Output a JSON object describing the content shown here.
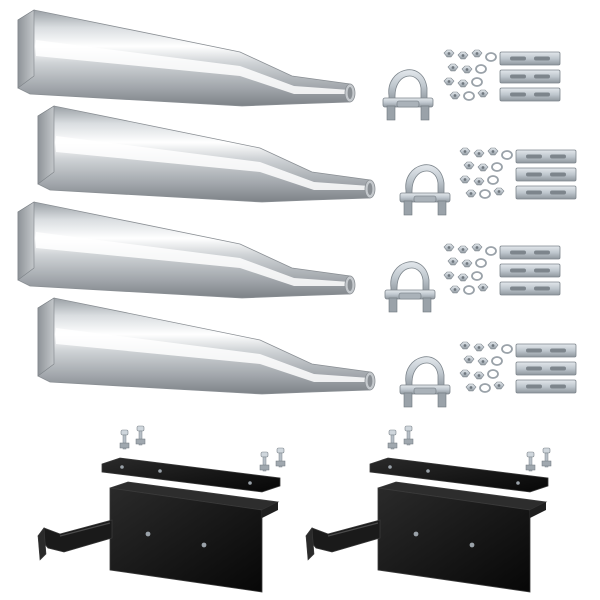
{
  "image": {
    "background": "#ffffff",
    "description_colors": {
      "chrome_light": "#f4f6f8",
      "chrome_mid": "#c4c8cc",
      "chrome_dark": "#8a8f94",
      "zinc": "#cfd6dc",
      "zinc_dark": "#8c949b",
      "black_steel": "#141414",
      "black_edge": "#3a3a3a"
    },
    "counts": {
      "exhaust_pipes": 4,
      "clamp_hardware_kits": 4,
      "mounting_brackets": 2
    }
  }
}
